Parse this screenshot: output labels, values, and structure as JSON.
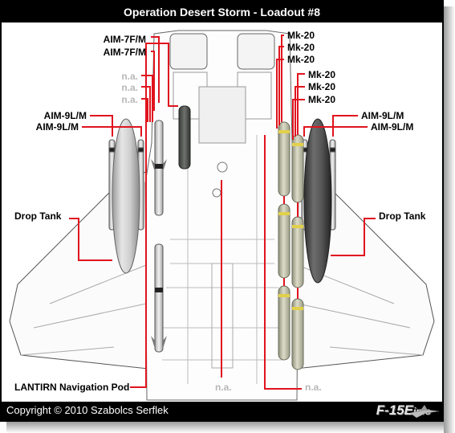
{
  "title": "Operation Desert Storm - Loadout #8",
  "labels": {
    "aim7_1": "AIM-7F/M",
    "aim7_2": "AIM-7F/M",
    "na_1": "n.a.",
    "na_2": "n.a.",
    "na_3": "n.a.",
    "aim9_left_1": "AIM-9L/M",
    "aim9_left_2": "AIM-9L/M",
    "drop_tank_left": "Drop Tank",
    "lantirn": "LANTIRN Navigation Pod",
    "na_bottom_center": "n.a.",
    "na_bottom_right": "n.a.",
    "mk20_1": "Mk-20",
    "mk20_2": "Mk-20",
    "mk20_3": "Mk-20",
    "mk20_4": "Mk-20",
    "mk20_5": "Mk-20",
    "mk20_6": "Mk-20",
    "aim9_right_1": "AIM-9L/M",
    "aim9_right_2": "AIM-9L/M",
    "drop_tank_right": "Drop Tank"
  },
  "footer": {
    "copyright": "Copyright © 2010 Szabolcs Serflek",
    "logo_main": "F-15E",
    "logo_sub": "info"
  },
  "colors": {
    "leader_line": "#e0141e",
    "background": "#ffffff",
    "title_bar": "#000000"
  }
}
